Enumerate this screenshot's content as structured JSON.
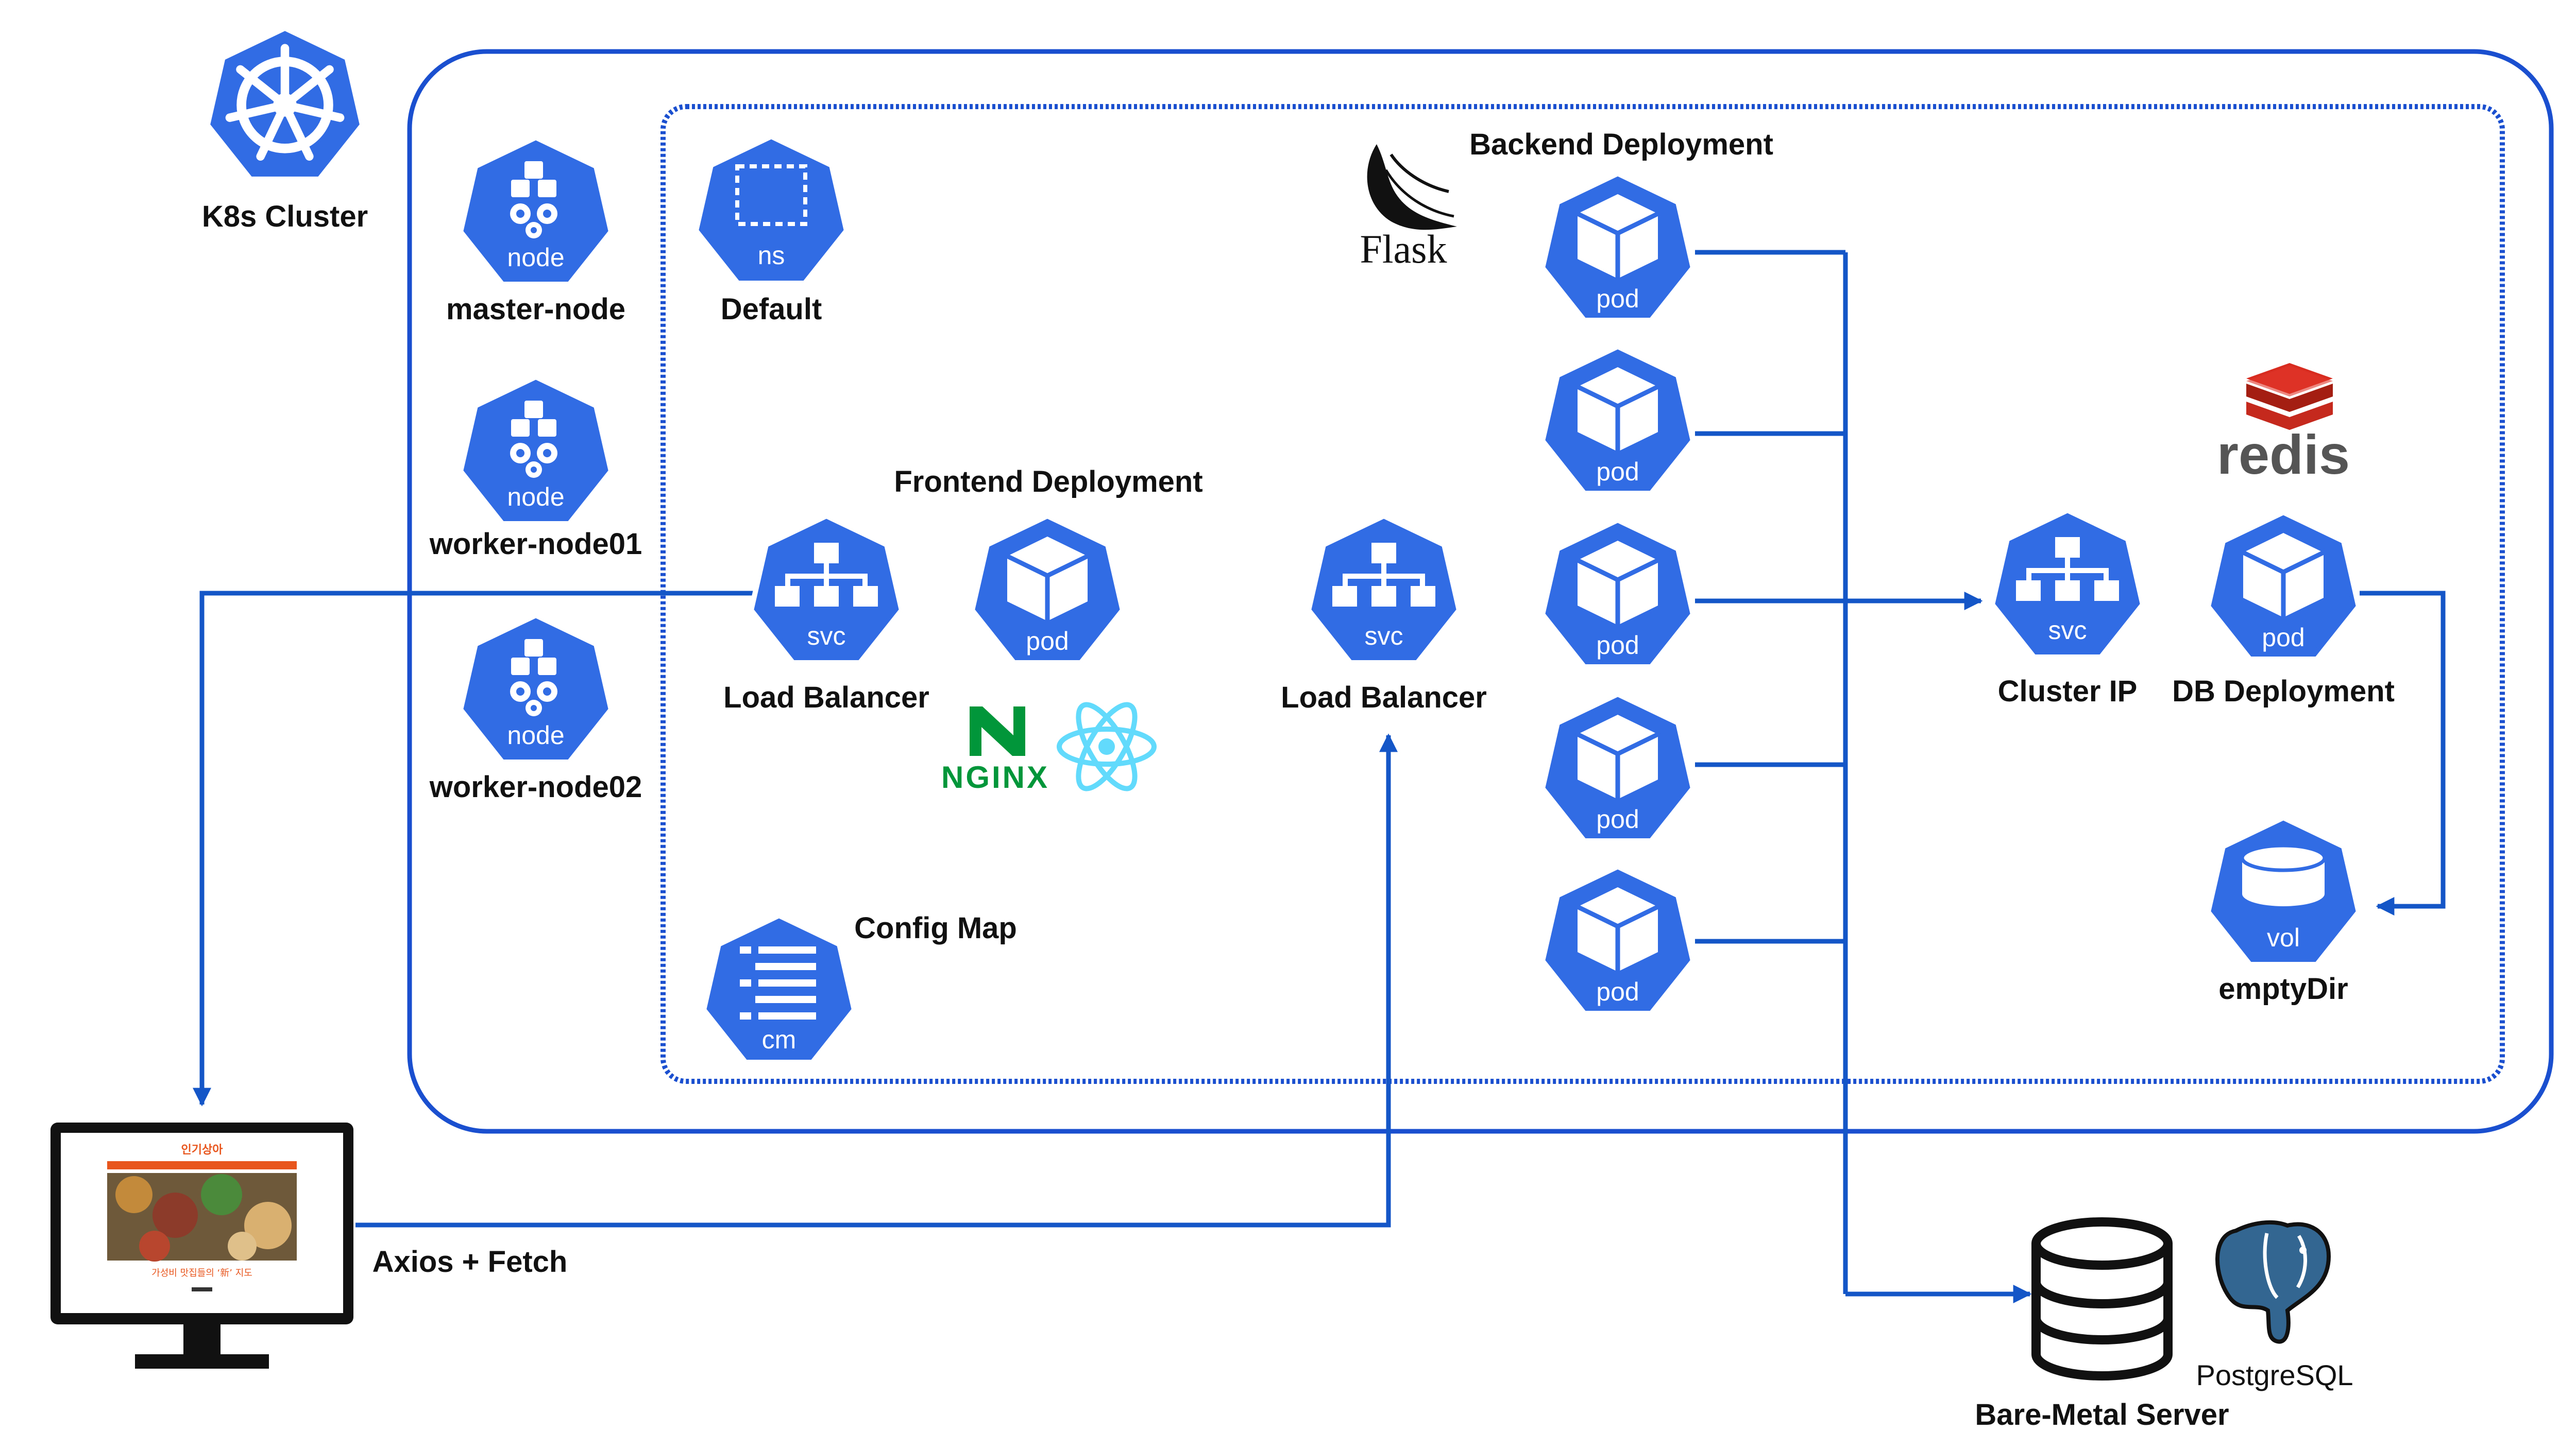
{
  "cluster": {
    "label": "K8s Cluster"
  },
  "nodes": [
    {
      "icon_text": "node",
      "label": "master-node"
    },
    {
      "icon_text": "node",
      "label": "worker-node01"
    },
    {
      "icon_text": "node",
      "label": "worker-node02"
    }
  ],
  "namespace": {
    "icon_text": "ns",
    "label": "Default"
  },
  "frontend": {
    "title": "Frontend Deployment",
    "svc_icon_text": "svc",
    "svc_label": "Load Balancer",
    "pod_icon_text": "pod",
    "nginx_text": "NGINX"
  },
  "backend": {
    "title": "Backend Deployment",
    "flask_text": "Flask",
    "svc_icon_text": "svc",
    "svc_label": "Load Balancer",
    "pods": [
      "pod",
      "pod",
      "pod",
      "pod",
      "pod"
    ]
  },
  "config_map": {
    "icon_text": "cm",
    "label": "Config Map"
  },
  "cluster_ip": {
    "icon_text": "svc",
    "label": "Cluster IP"
  },
  "db": {
    "redis_text": "redis",
    "pod_icon_text": "pod",
    "label": "DB Deployment",
    "vol_icon_text": "vol",
    "vol_label": "emptyDir"
  },
  "client": {
    "screen_title": "인기상아",
    "screen_caption": "가성비 맛집들의 ‘新’ 지도",
    "connection_label": "Axios + Fetch"
  },
  "bare_metal": {
    "label": "Bare-Metal Server",
    "postgres_text": "PostgreSQL"
  },
  "colors": {
    "k8s_blue": "#326ce5",
    "line_blue": "#1456c8",
    "border_blue": "#1a4fd0",
    "nginx_green": "#009639",
    "react_cyan": "#61dafb",
    "redis_red": "#d82c20"
  }
}
